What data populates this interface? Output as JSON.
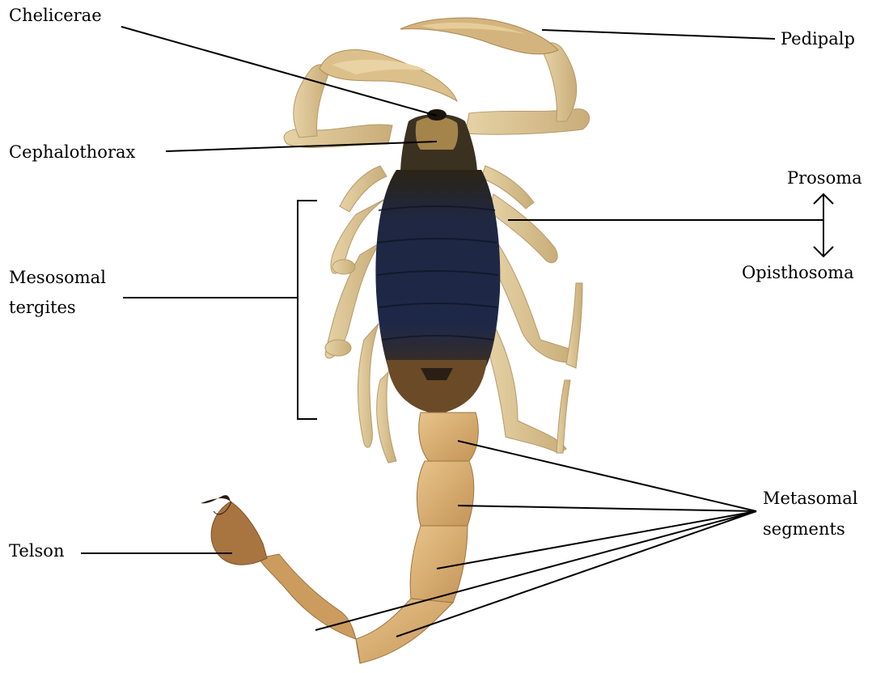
{
  "diagram": {
    "labels": {
      "chelicerae": "Chelicerae",
      "pedipalp": "Pedipalp",
      "cephalothorax": "Cephalothorax",
      "prosoma": "Prosoma",
      "opisthosoma": "Opisthosoma",
      "mesosomal_line1": "Mesosomal",
      "mesosomal_line2": "tergites",
      "metasomal_line1": "Metasomal",
      "metasomal_line2": "segments",
      "telson": "Telson"
    },
    "colors": {
      "label_line": "#000000",
      "leg": "#d8c092",
      "leg_dark": "#b99a64",
      "carapace": "#2d2a1c",
      "mesosoma": "#1f2a48",
      "mesosoma_rear": "#6e4a22",
      "metasoma": "#d9b072",
      "telson": "#a8743e",
      "sting": "#2a1b10"
    }
  }
}
